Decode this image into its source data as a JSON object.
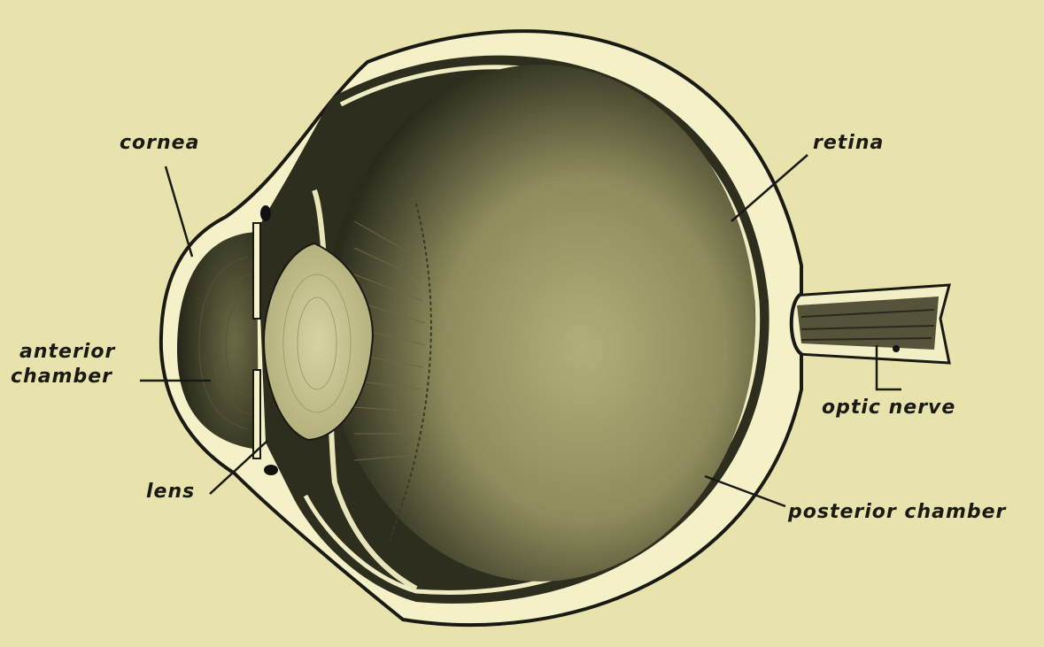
{
  "labels": {
    "cornea": "cornea",
    "retina": "retina",
    "anterior_chamber_line1": "anterior",
    "anterior_chamber_line2": "chamber",
    "optic_nerve": "optic nerve",
    "lens": "lens",
    "posterior_chamber": "posterior chamber"
  },
  "colors": {
    "paper": "#e8e3ad",
    "ink": "#1a1a14",
    "wall_light": "#f4f0c8",
    "interior_dark": "#3a3a26",
    "interior_mid": "#8e8c5c",
    "lens_fill": "#cfcb98"
  }
}
